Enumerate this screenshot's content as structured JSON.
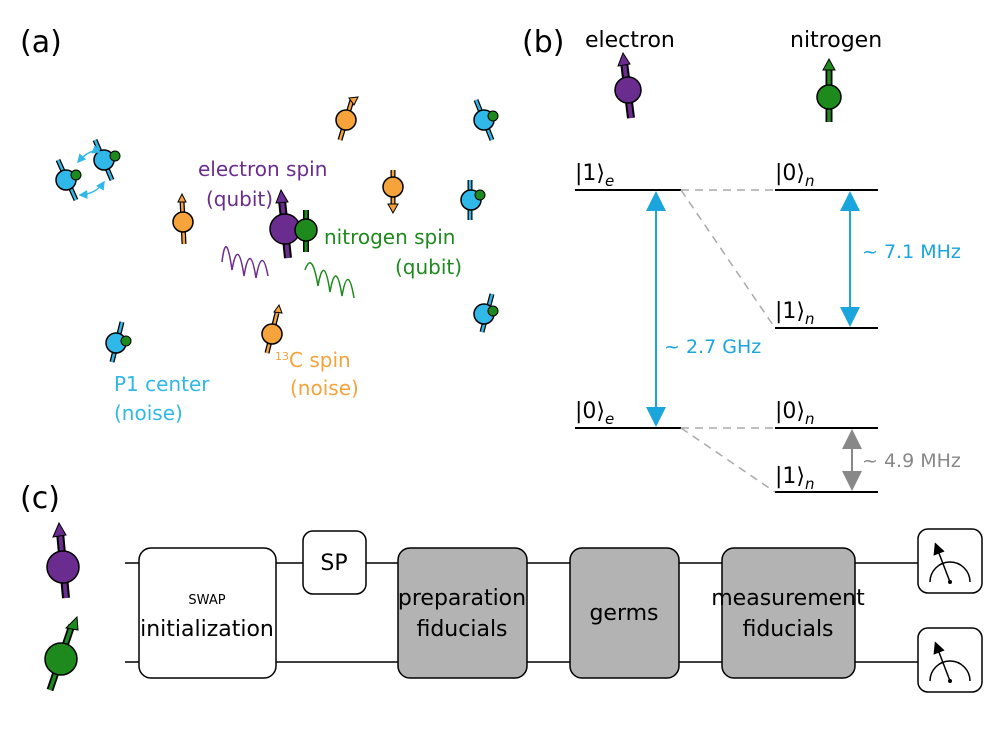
{
  "panels": {
    "a": "(a)",
    "b": "(b)",
    "c": "(c)"
  },
  "panel_a": {
    "electron_label_line1": "electron spin",
    "electron_label_line2": "(qubit)",
    "nitrogen_label_line1": "nitrogen spin",
    "nitrogen_label_line2": "(qubit)",
    "c13_sup": "13",
    "c13_label_line1": "C spin",
    "c13_label_line2": "(noise)",
    "p1_label_line1": "P1 center",
    "p1_label_line2": "(noise)"
  },
  "panel_b": {
    "electron_title": "electron",
    "nitrogen_title": "nitrogen",
    "e1": "|1⟩",
    "e0": "|0⟩",
    "e_sub": "e",
    "n0_top": "|0⟩",
    "n1_top": "|1⟩",
    "n0_bot": "|0⟩",
    "n1_bot": "|1⟩",
    "n_sub": "n",
    "freq_electron": "~ 2.7 GHz",
    "freq_n_top": "~ 7.1 MHz",
    "freq_n_bot": "~ 4.9 MHz"
  },
  "panel_c": {
    "swap_label": "SWAP",
    "init_label": "initialization",
    "sp_label": "SP",
    "prep_line1": "preparation",
    "prep_line2": "fiducials",
    "germs": "germs",
    "meas_line1": "measurement",
    "meas_line2": "fiducials"
  },
  "colors": {
    "electron": "#6a2c8e",
    "nitrogen": "#1e8a1e",
    "c13": "#f5a33a",
    "p1": "#2fb8e8",
    "level_arrow": "#1aa6dc",
    "gray": "#888888",
    "gate_fill": "#b3b3b3"
  }
}
